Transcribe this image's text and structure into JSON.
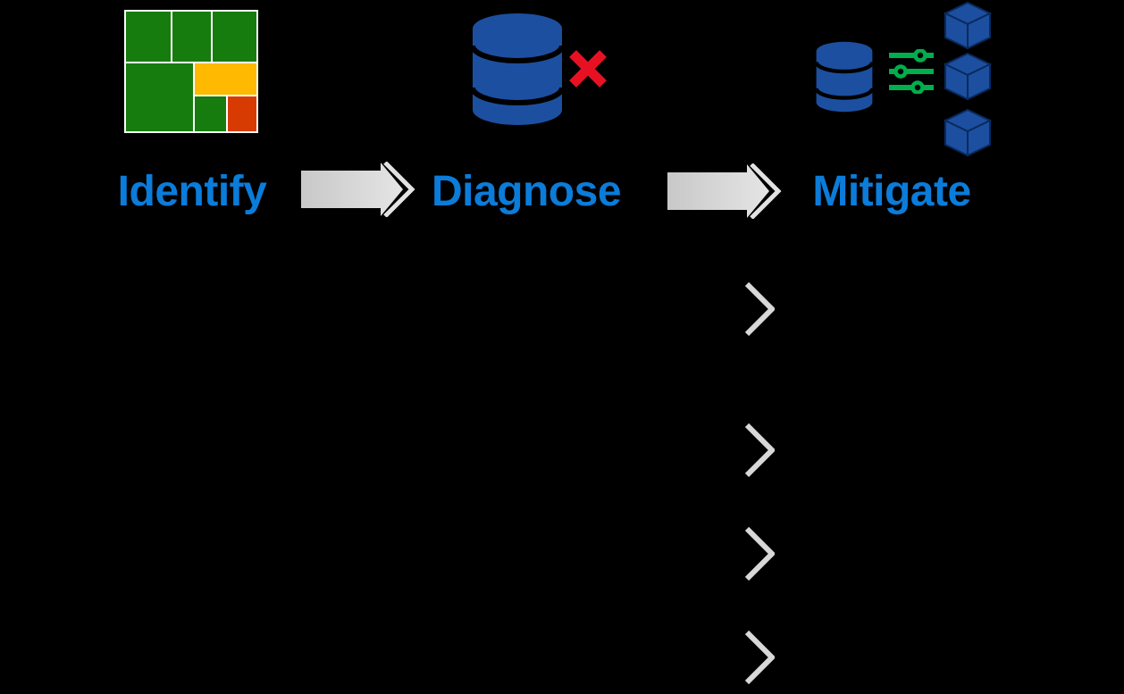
{
  "steps": [
    {
      "id": "identify",
      "label": "Identify",
      "icon": "treemap-icon"
    },
    {
      "id": "diagnose",
      "label": "Diagnose",
      "icon": "database-error-icon"
    },
    {
      "id": "mitigate",
      "label": "Mitigate",
      "icon": "database-sliders-cubes-icon"
    }
  ],
  "flow": {
    "direction": "left-to-right",
    "arrow_count": 2
  },
  "bullet_chevrons": {
    "count": 4
  },
  "treemap": {
    "cells": [
      "tm-green",
      "tm-green",
      "tm-green",
      "tm-green",
      "tm-yellow",
      "tm-green",
      "tm-red"
    ]
  },
  "colors": {
    "bg": "#000000",
    "label_blue": "#0b7cd9",
    "db_blue": "#1c4fa0",
    "cube_edge": "#0a2a5e",
    "error_red": "#e81123",
    "slider_green": "#00ae4d",
    "tm_green": "#167c0e",
    "tm_yellow": "#ffb900",
    "tm_red": "#d83b01",
    "arrow_gray_start": "#c8c8c8",
    "arrow_gray_end": "#e5e5e5",
    "chevron_gray": "#d8d8d8"
  }
}
